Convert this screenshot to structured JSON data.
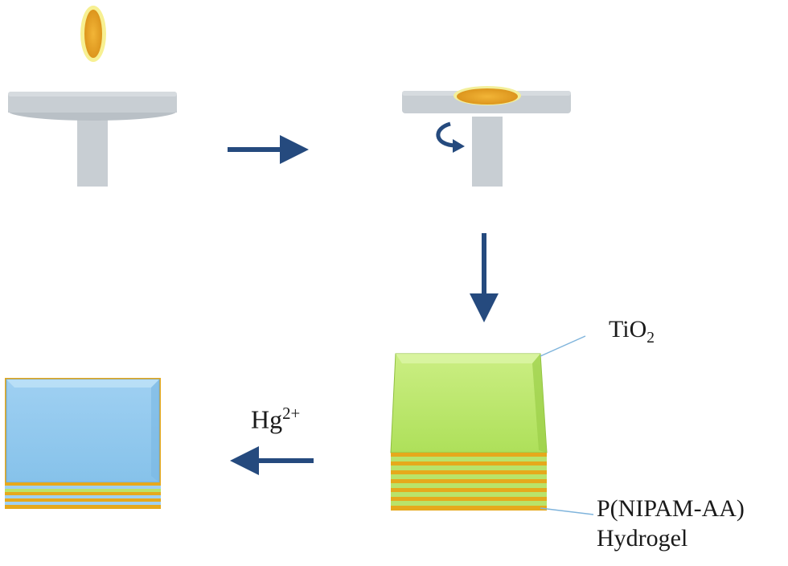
{
  "labels": {
    "tio2_main": "TiO",
    "tio2_sub": "2",
    "hg_main": "Hg",
    "hg_sup": "2+",
    "pnipam_line1": "P(NIPAM-AA)",
    "pnipam_line2": "Hydrogel"
  },
  "colors": {
    "spinner_gray": "#c8ced3",
    "spinner_top": "#d3d8dc",
    "droplet_orange": "#e7a52a",
    "droplet_glow": "#f4ea6a",
    "arrow_navy": "#254a7e",
    "film_green": "#b9e36a",
    "film_blue": "#8ec8ee",
    "layer_orange": "#e6a91c",
    "pointer_blue": "#7fb4dc"
  },
  "icons": [
    "spin-coater-icon",
    "droplet-icon",
    "rotation-arrow-icon",
    "process-arrow-icon"
  ]
}
